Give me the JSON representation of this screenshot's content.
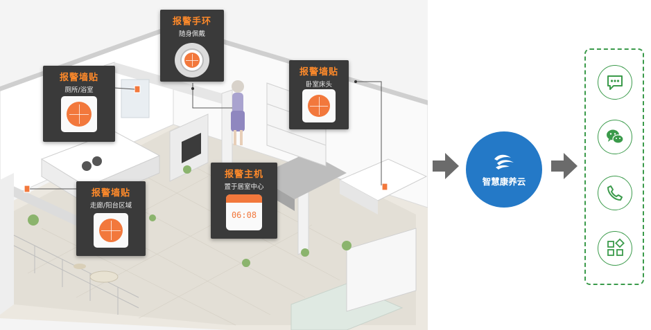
{
  "cards": [
    {
      "title": "报警手环",
      "subtitle": "随身佩戴"
    },
    {
      "title": "报警墙贴",
      "subtitle": "厕所/浴室"
    },
    {
      "title": "报警墙贴",
      "subtitle": "卧室床头"
    },
    {
      "title": "报警主机",
      "subtitle": "置于居室中心",
      "display": "06:08"
    },
    {
      "title": "报警墙贴",
      "subtitle": "走廊/阳台区域"
    }
  ],
  "cloud": {
    "label": "智慧康养云"
  },
  "channels": [
    {
      "icon": "chat-bubble-icon"
    },
    {
      "icon": "wechat-icon"
    },
    {
      "icon": "phone-icon"
    },
    {
      "icon": "app-grid-icon"
    }
  ],
  "colors": {
    "accent": "#ff8a2a",
    "cloud": "#2479c7",
    "panel": "#3a9a4a",
    "arrow": "#6b6b6b"
  }
}
